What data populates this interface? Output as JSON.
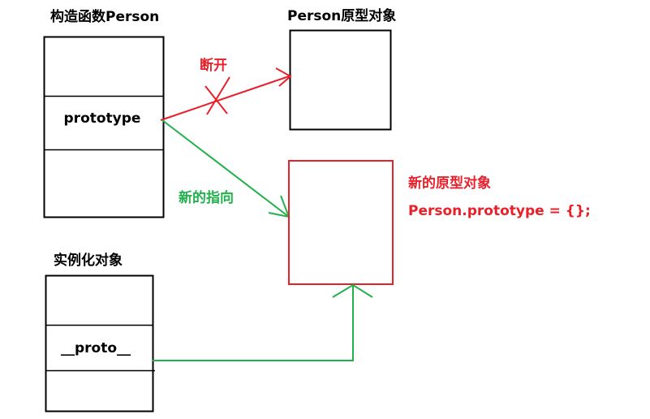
{
  "constructor": {
    "title": "构造函数Person",
    "prototype_label": "prototype"
  },
  "old_prototype": {
    "title": "Person原型对象"
  },
  "broken_link": {
    "label": "断开"
  },
  "new_pointer": {
    "label": "新的指向"
  },
  "new_prototype": {
    "title": "新的原型对象",
    "code": "Person.prototype = {};"
  },
  "instance": {
    "title": "实例化对象",
    "proto_label": "__proto__"
  },
  "colors": {
    "black": "#000000",
    "red": "#e8202a",
    "green": "#22b14c"
  }
}
